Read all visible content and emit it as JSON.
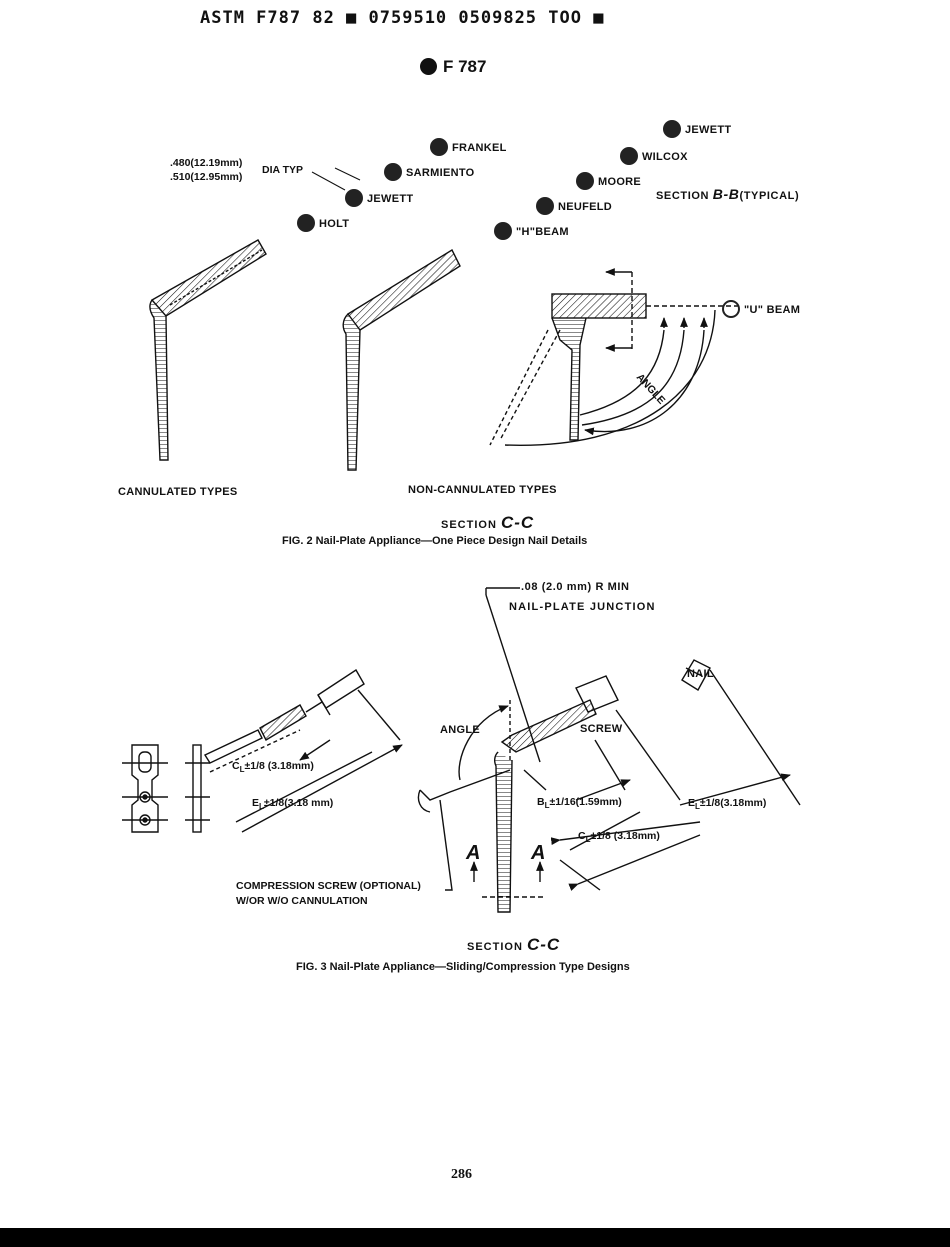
{
  "header": {
    "code": "ASTM F787 82 ■ 0759510 0509825 TOO ■",
    "std": "F 787"
  },
  "fig2": {
    "dia_line1": ".480(12.19mm)",
    "dia_line2": ".510(12.95mm)",
    "dia_typ": "DIA TYP",
    "logos": [
      "FRANKEL",
      "SARMIENTO",
      "JEWETT",
      "HOLT",
      "JEWETT",
      "WILCOX",
      "MOORE",
      "NEUFELD",
      "\"H\"BEAM",
      "\"U\" BEAM"
    ],
    "section_bb": "SECTION",
    "section_bb_letters": "B-B",
    "section_bb_suffix": "(TYPICAL)",
    "angle": "ANGLE",
    "cannulated": "CANNULATED TYPES",
    "noncannulated": "NON-CANNULATED TYPES",
    "section_cc": "SECTION",
    "section_cc_letters": "C-C",
    "caption": "FIG. 2   Nail-Plate Appliance—One Piece Design Nail Details"
  },
  "fig3": {
    "radius": ".08 (2.0 mm) R MIN",
    "junction": "NAIL-PLATE JUNCTION",
    "nail": "NAIL",
    "angle": "ANGLE",
    "screw": "SCREW",
    "c_left": "C",
    "c_left_tol": "±1/8 (3.18mm)",
    "e_left": "E",
    "e_left_tol": "±1/8(3.18 mm)",
    "b_right": "B",
    "b_right_tol": "±1/16(1.59mm)",
    "e_right": "E",
    "e_right_tol": "±1/8(3.18mm)",
    "c_right": "C",
    "c_right_tol": "±1/8 (3.18mm)",
    "sub_l": "L",
    "a": "A",
    "comp_line1": "COMPRESSION SCREW (OPTIONAL)",
    "comp_line2": "W/OR W/O CANNULATION",
    "section_cc": "SECTION",
    "section_cc_letters": "C-C",
    "caption": "FIG. 3   Nail-Plate Appliance—Sliding/Compression Type Designs"
  },
  "page_number": "286"
}
